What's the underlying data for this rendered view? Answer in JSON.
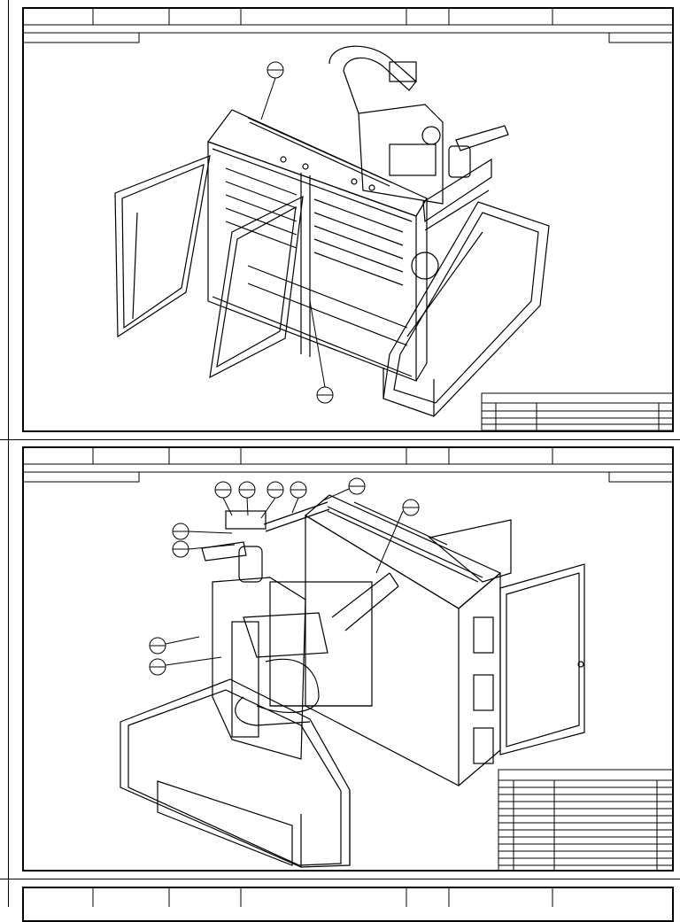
{
  "sheets": [
    {
      "id": "sheet-1",
      "view": "isometric-front",
      "callouts": 2,
      "parts_list_rows": 3
    },
    {
      "id": "sheet-2",
      "view": "isometric-rear",
      "callouts": 9,
      "parts_list_rows": 14
    },
    {
      "id": "sheet-3",
      "view": "partial",
      "callouts": 0,
      "parts_list_rows": 0
    }
  ],
  "colors": {
    "line": "#000000",
    "background": "#ffffff"
  }
}
